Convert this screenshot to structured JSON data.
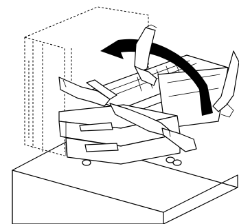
{
  "figure": {
    "icons": [
      "base-platform",
      "ghost-cabinet-outline",
      "rotation-arrow",
      "drawer-unit",
      "left-hand",
      "top-hand",
      "right-hand",
      "bottom-hand",
      "caster-wheel"
    ]
  }
}
